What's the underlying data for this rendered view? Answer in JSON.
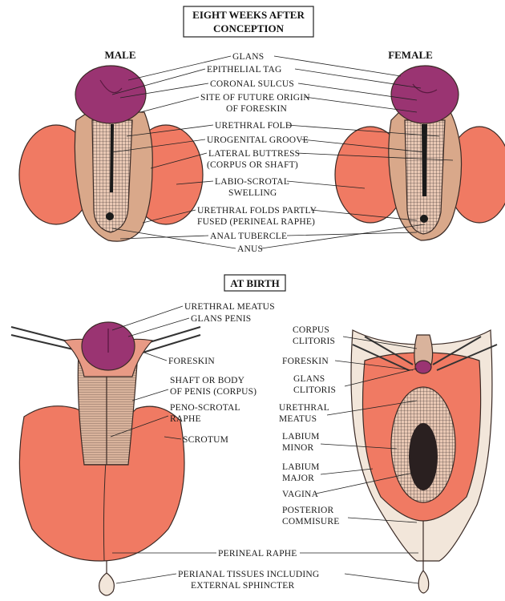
{
  "headers": {
    "eight_weeks": [
      "EIGHT WEEKS AFTER",
      "CONCEPTION"
    ],
    "at_birth": "AT BIRTH",
    "male": "MALE",
    "female": "FEMALE"
  },
  "eight_weeks_labels": {
    "glans": "GLANS",
    "epithelial_tag": "EPITHELIAL TAG",
    "coronal_sulcus": "CORONAL SULCUS",
    "future_foreskin": [
      "SITE OF FUTURE ORIGIN",
      "OF FORESKIN"
    ],
    "urethral_fold": "URETHRAL FOLD",
    "urogenital_groove": "UROGENITAL GROOVE",
    "lateral_buttress": [
      "LATERAL BUTTRESS",
      "(CORPUS OR SHAFT)"
    ],
    "labio_scrotal": [
      "LABIO-SCROTAL",
      "SWELLING"
    ],
    "urethral_folds_fused": [
      "URETHRAL FOLDS PARTLY",
      "FUSED (PERINEAL RAPHE)"
    ],
    "anal_tubercle": "ANAL TUBERCLE",
    "anus": "ANUS"
  },
  "birth_male_labels": {
    "urethral_meatus": "URETHRAL MEATUS",
    "glans_penis": "GLANS PENIS",
    "foreskin": "FORESKIN",
    "shaft": [
      "SHAFT OR BODY",
      "OF PENIS (CORPUS)"
    ],
    "peno_scrotal": [
      "PENO-SCROTAL",
      "RAPHE"
    ],
    "scrotum": "SCROTUM"
  },
  "birth_female_labels": {
    "corpus_clitoris": [
      "CORPUS",
      "CLITORIS"
    ],
    "foreskin": "FORESKIN",
    "glans_clitoris": [
      "GLANS",
      "CLITORIS"
    ],
    "urethral_meatus": [
      "URETHRAL",
      "MEATUS"
    ],
    "labium_minor": [
      "LABIUM",
      "MINOR"
    ],
    "labium_major": [
      "LABIUM",
      "MAJOR"
    ],
    "vagina": "VAGINA",
    "posterior_commisure": [
      "POSTERIOR",
      "COMMISURE"
    ]
  },
  "shared_labels": {
    "perineal_raphe": "PERINEAL RAPHE",
    "perianal": [
      "PERIANAL TISSUES INCLUDING",
      "EXTERNAL SPHINCTER"
    ]
  },
  "colors": {
    "swelling": "#f07a63",
    "skin": "#d9a88a",
    "glans": "#9a3472",
    "hatch": "#2a2020"
  }
}
